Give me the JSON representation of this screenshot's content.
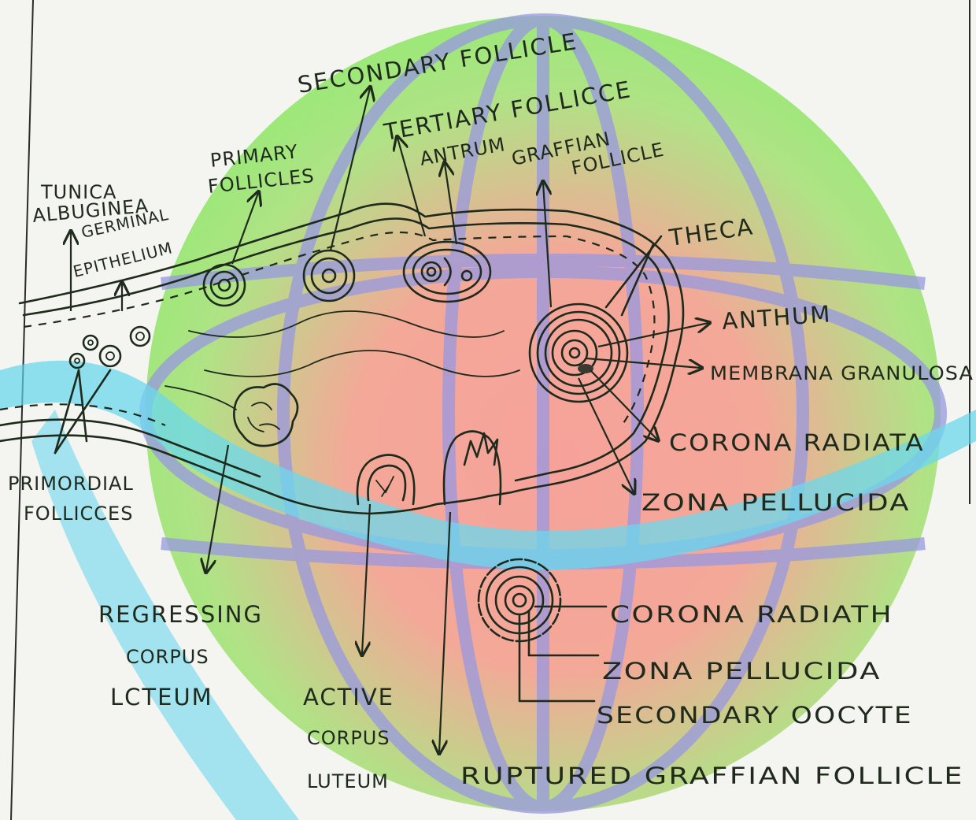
{
  "watermark_colors": {
    "globe_green": "#8fe86a",
    "globe_red": "#f79a92",
    "grid_blue": "#8e8fe0",
    "swoosh_cyan": "#5ed5ee",
    "ink": "#1e2a1b",
    "paper": "#f4f4f1"
  },
  "labels": {
    "secondary_follicle": "SECONDARY FOLLICLE",
    "tertiary_follicle": "TERTIARY FOLLICCE",
    "antrum": "ANTRUM",
    "graffian_follicle_line1": "GRAFFIAN",
    "graffian_follicle_line2": "FOLLICLE",
    "primary_follicles_line1": "PRIMARY",
    "primary_follicles_line2": "FOLLICLES",
    "tunica_line1": "TUNICA",
    "tunica_line2": "ALBUGINEA",
    "germinal_line1": "GERMINAL",
    "germinal_line2": "EPITHELIUM",
    "theca": "THECA",
    "anthum": "ANTHUM",
    "membrana_granulosa": "MEMBRANA GRANULOSA",
    "corona_radiata_1": "CORONA RADIATA",
    "zona_pellucida_1": "ZONA PELLUCIDA",
    "primordial_line1": "PRIMORDIAL",
    "primordial_line2": "FOLLICCES",
    "regressing_line1": "REGRESSING",
    "regressing_line2": "CORPUS",
    "regressing_line3": "LCTEUM",
    "active_line1": "ACTIVE",
    "active_line2": "CORPUS",
    "active_line3": "LUTEUM",
    "ruptured": "RUPTURED GRAFFIAN FOLLICLE",
    "corona_radiata_2": "CORONA RADIATH",
    "zona_pellucida_2": "ZONA PELLUCIDA",
    "secondary_oocyte": "SECONDARY OOCYTE"
  }
}
